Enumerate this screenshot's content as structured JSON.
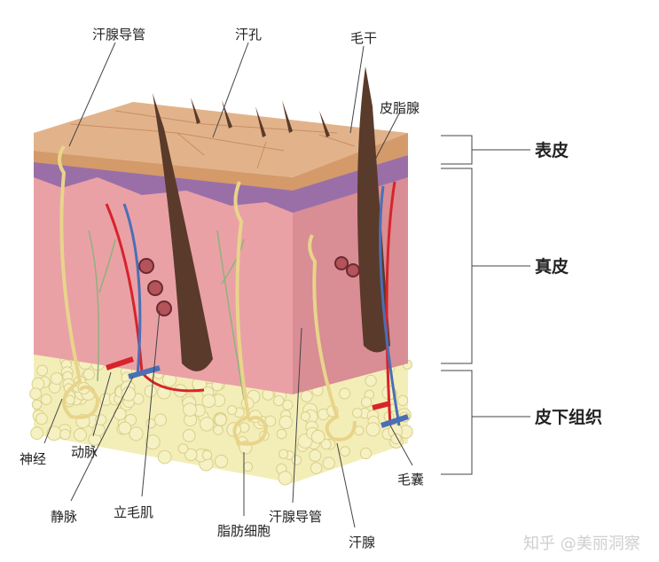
{
  "title": "皮肤结构示意图",
  "layers": {
    "epidermis": "表皮",
    "dermis": "真皮",
    "subcutaneous": "皮下组织"
  },
  "labels": {
    "sweat_duct_top": "汗腺导管",
    "pore": "汗孔",
    "hair_shaft": "毛干",
    "sebaceous_gland": "皮脂腺",
    "nerve": "神经",
    "artery": "动脉",
    "vein": "静脉",
    "arrector_pili": "立毛肌",
    "fat_cells": "脂肪细胞",
    "sweat_duct_bottom": "汗腺导管",
    "sweat_gland": "汗腺",
    "hair_follicle": "毛囊"
  },
  "watermark": "知乎 @美丽洞察",
  "colors": {
    "epidermis": "#e2b38a",
    "dermis": "#eaa3a8",
    "fat": "#f3eeb8",
    "hair": "#5a3a2a",
    "artery": "#d8232a",
    "vein": "#4a6fb5",
    "gland": "#e8d48a"
  }
}
